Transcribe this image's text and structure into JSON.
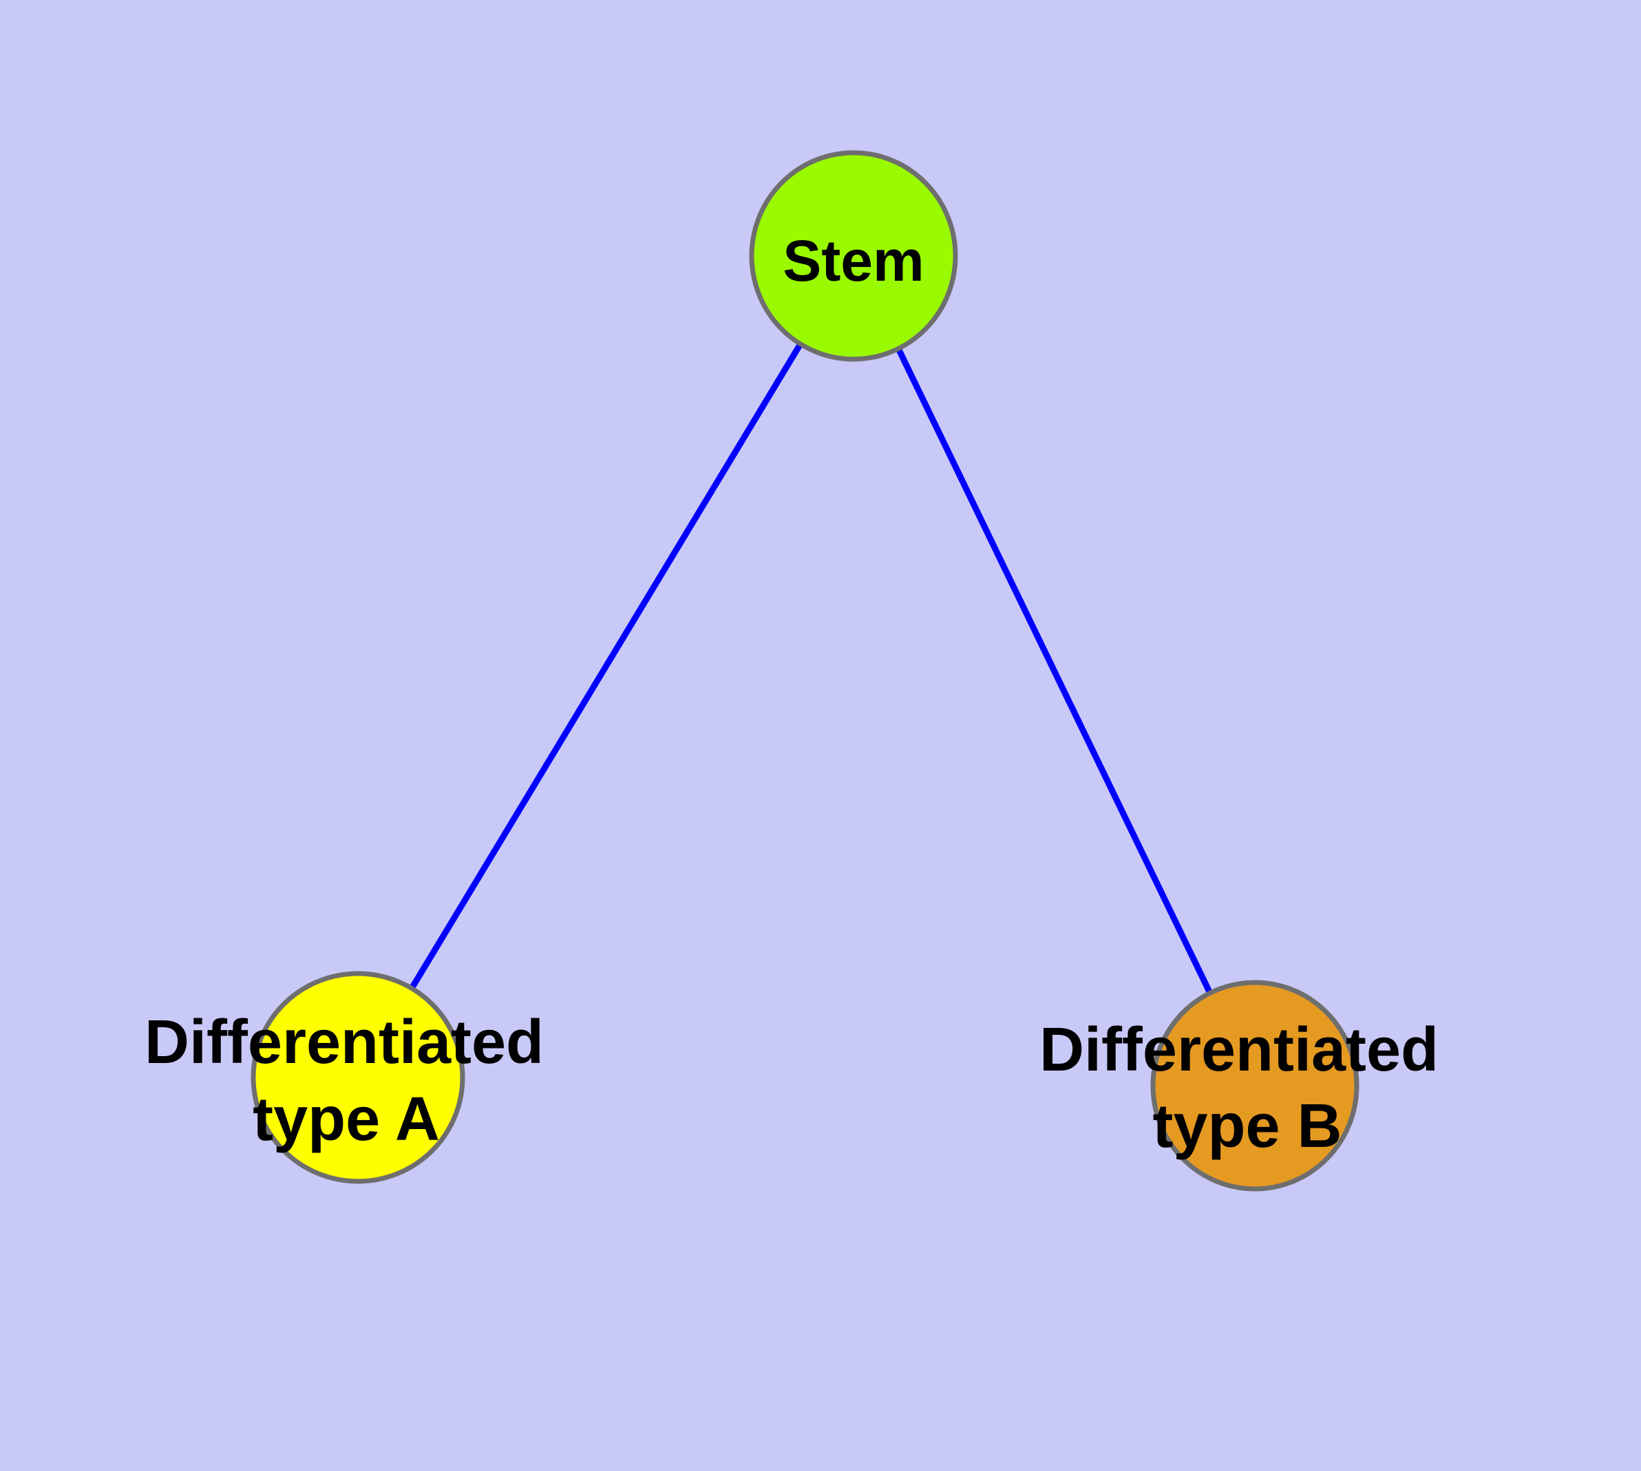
{
  "diagram": {
    "background_color": "#c9c9f8",
    "edge_color": "#0000ff",
    "node_border_color": "#6e6e6e",
    "text_color": "#000000",
    "nodes": {
      "stem": {
        "label": "Stem",
        "fill": "#9afa00"
      },
      "type_a": {
        "label_line1": "Differentiated",
        "label_line2": "type A",
        "fill": "#ffff00"
      },
      "type_b": {
        "label_line1": "Differentiated",
        "label_line2": "type B",
        "fill": "#e59a22"
      }
    },
    "edges": [
      {
        "from": "Stem",
        "to": "Differentiated type A"
      },
      {
        "from": "Stem",
        "to": "Differentiated type B"
      }
    ]
  }
}
